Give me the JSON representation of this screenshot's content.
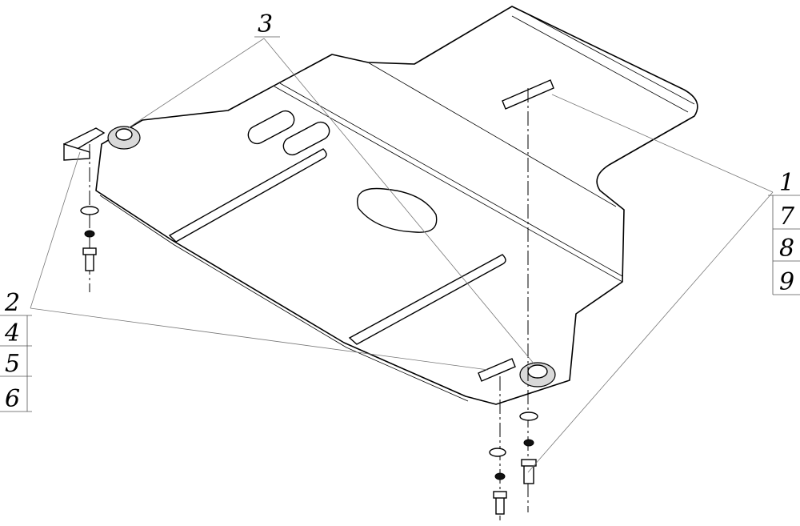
{
  "callouts": {
    "left_group": [
      "2",
      "4",
      "5",
      "6"
    ],
    "top": "3",
    "right_group": [
      "1",
      "7",
      "8",
      "9"
    ]
  }
}
